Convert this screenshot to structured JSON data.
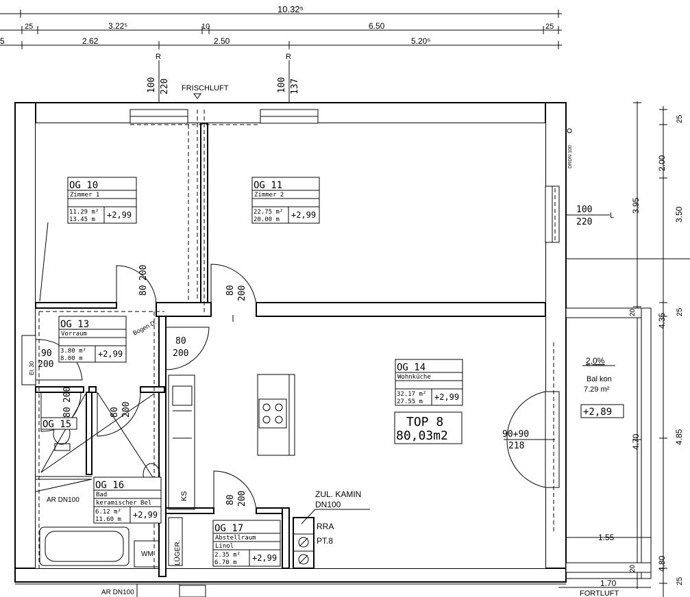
{
  "dimensions": {
    "top_total": "10.32⁵",
    "row2": [
      "25",
      "3.22⁵",
      "10",
      "6.50",
      "25"
    ],
    "row3": [
      "5",
      "2.62",
      "2.50",
      "5.20⁵"
    ],
    "window1": {
      "mark": "R",
      "sill": "100",
      "height": "220"
    },
    "window2": {
      "mark": "R",
      "sill": "100",
      "height": "137"
    },
    "right_outer": [
      "25",
      "2.00",
      "3.50",
      "25",
      "4.35",
      "4.85",
      "25"
    ],
    "right_inner": [
      "3.95",
      "4.70",
      "4.80"
    ],
    "window_right": {
      "sill": "100",
      "height": "220",
      "mark": "L"
    },
    "balcony_width": "1.55",
    "bottom_width": "1.70",
    "balcony_parapet": [
      "20",
      "20"
    ]
  },
  "labels": {
    "frischluft": "FRISCHLUFT",
    "fortluft": "FORTLUFT",
    "drdn": "DRDN 100",
    "ar_dn100_1": "AR DN100",
    "ar_dn100_2": "AR DN100",
    "kamin_1": "ZUL. KAMIN",
    "kamin_2": "DN100",
    "rra": "RRA",
    "pt8": "PT.8",
    "ks": "KS",
    "wm": "WM",
    "lueger": "LÜGER.",
    "bogen": "Bogen D.",
    "el": "El. 30"
  },
  "rooms": [
    {
      "id": "OG_10",
      "name": "Zimmer 1",
      "area": "11.29 m²",
      "perimeter": "13.45 m",
      "height": "+2,99"
    },
    {
      "id": "OG_11",
      "name": "Zimmer 2",
      "area": "22.75 m²",
      "perimeter": "20.00 m",
      "height": "+2,99"
    },
    {
      "id": "OG_13",
      "name": "Vorraum",
      "area": "3.80 m²",
      "perimeter": "8.00 m",
      "height": "+2,99"
    },
    {
      "id": "OG_14",
      "name": "Wohnküche",
      "area": "32.17 m²",
      "perimeter": "27.55 m",
      "height": "+2,99"
    },
    {
      "id": "OG_15",
      "name": "",
      "area": "",
      "perimeter": "",
      "height": ""
    },
    {
      "id": "OG_16",
      "name": "Bad",
      "finish": "keramischer Bel",
      "area": "6.12 m²",
      "perimeter": "11.60 m",
      "height": "+2,99"
    },
    {
      "id": "OG_17",
      "name": "Abstellraum",
      "finish": "Linol",
      "area": "2.35 m²",
      "perimeter": "6.70 m",
      "height": "+2,99"
    }
  ],
  "doors": [
    {
      "w": "80",
      "h": "200"
    },
    {
      "w": "80",
      "h": "200"
    },
    {
      "w": "80",
      "h": "200"
    },
    {
      "w": "90",
      "h": "200"
    },
    {
      "w": "80",
      "h": "200"
    },
    {
      "w": "80",
      "h": "200"
    },
    {
      "w": "80",
      "h": "200"
    },
    {
      "w": "90+90",
      "h": "218"
    }
  ],
  "top": {
    "title": "TOP 8",
    "area": "80,03m2"
  },
  "balcony": {
    "slope": "2,0%",
    "name": "Bal kon",
    "area": "7.29 m²",
    "height": "+2,89"
  }
}
